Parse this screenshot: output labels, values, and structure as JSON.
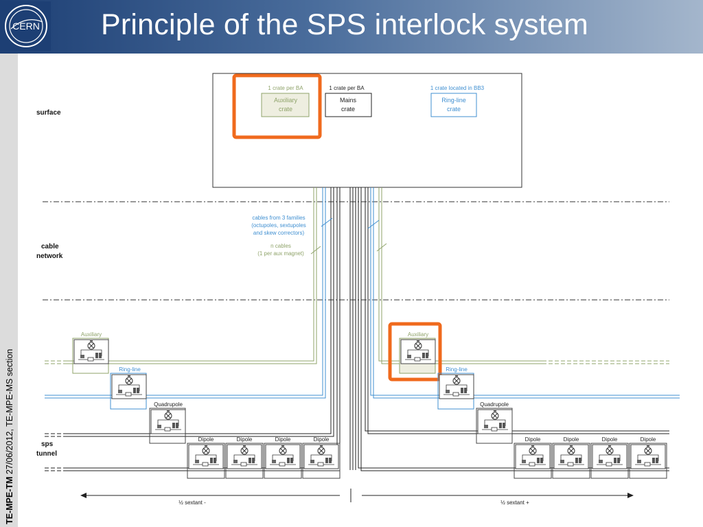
{
  "slide": {
    "title": "Principle of the SPS interlock system",
    "logo_text": "CERN",
    "footer_bold": "TE-MPE-TM",
    "footer_rest": " 27/06/2012, TE-MPE-MS section"
  },
  "colors": {
    "header_dark": "#1d3f74",
    "header_light": "#a4b6cc",
    "auxiliary": "#8fa36a",
    "ring_line": "#3f8fd1",
    "mains": "#222222",
    "highlight": "#f06a1d"
  },
  "diagram": {
    "zones": {
      "surface": "surface",
      "cable_line1": "cable",
      "cable_line2": "network",
      "sps_line1": "sps",
      "sps_line2": "tunnel"
    },
    "crates": {
      "auxiliary": {
        "note": "1 crate per BA",
        "line1": "Auxiliary",
        "line2": "crate"
      },
      "mains": {
        "note": "1 crate per BA",
        "line1": "Mains",
        "line2": "crate"
      },
      "ring_line": {
        "note": "1 crate located in BB3",
        "line1": "Ring-line",
        "line2": "crate"
      }
    },
    "cable_notes": {
      "families_1": "cables from 3 families",
      "families_2": "(octupoles, sextupoles",
      "families_3": "and skew correctors)",
      "aux_1": "n cables",
      "aux_2": "(1 per aux magnet)"
    },
    "magnets": {
      "auxiliary": "Auxiliary",
      "ring_line": "Ring-line",
      "quadrupole": "Quadrupole",
      "dipole": "Dipole"
    },
    "sextant_minus": "½ sextant -",
    "sextant_plus": "½ sextant +"
  }
}
